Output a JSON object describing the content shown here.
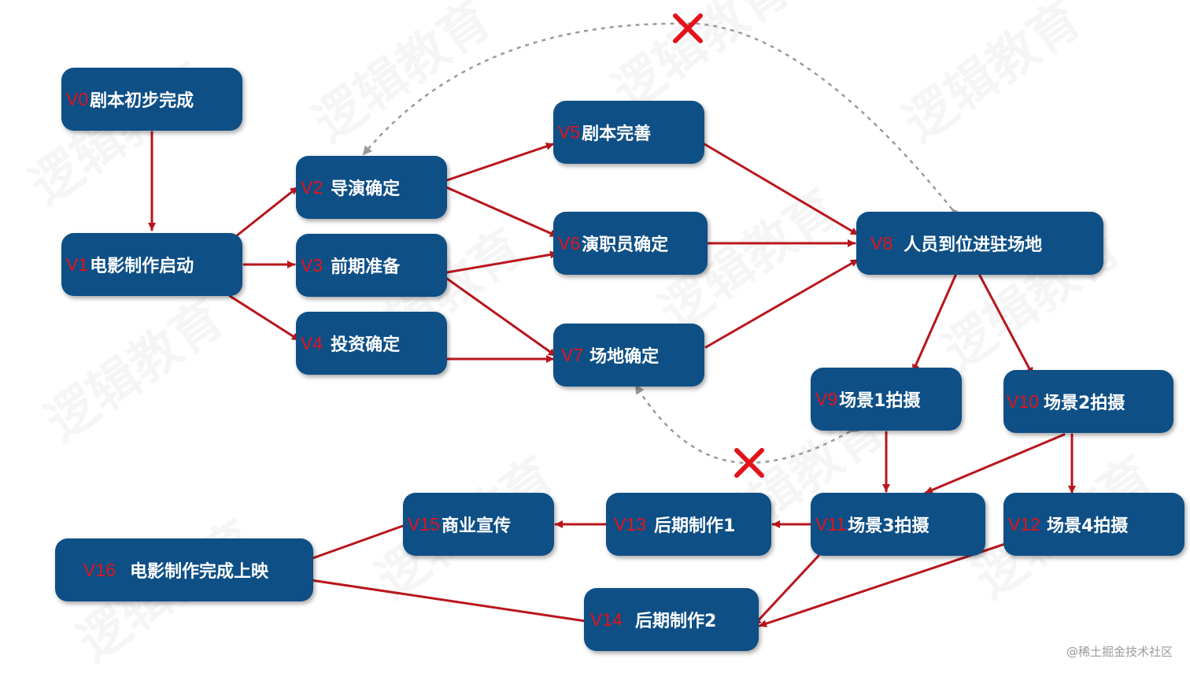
{
  "watermark": "逻辑教育",
  "footer": "@稀土掘金技术社区",
  "colors": {
    "node_fill": "#0e4f86",
    "node_id": "#e3131b",
    "node_text": "#ffffff",
    "edge": "#b8161c",
    "dashed_edge": "#9a9a9a",
    "cross": "#e3131b"
  },
  "nodes": [
    {
      "id": "V0",
      "label": "剧本初步完成"
    },
    {
      "id": "V1",
      "label": "电影制作启动"
    },
    {
      "id": "V2",
      "label": "导演确定"
    },
    {
      "id": "V3",
      "label": "前期准备"
    },
    {
      "id": "V4",
      "label": "投资确定"
    },
    {
      "id": "V5",
      "label": "剧本完善"
    },
    {
      "id": "V6",
      "label": "演职员确定"
    },
    {
      "id": "V7",
      "label": "场地确定"
    },
    {
      "id": "V8",
      "label": "人员到位进驻场地"
    },
    {
      "id": "V9",
      "label": "场景1拍摄"
    },
    {
      "id": "V10",
      "label": "场景2拍摄"
    },
    {
      "id": "V11",
      "label": "场景3拍摄"
    },
    {
      "id": "V12",
      "label": "场景4拍摄"
    },
    {
      "id": "V13",
      "label": "后期制作1"
    },
    {
      "id": "V14",
      "label": "后期制作2"
    },
    {
      "id": "V15",
      "label": "商业宣传"
    },
    {
      "id": "V16",
      "label": "电影制作完成上映"
    }
  ],
  "edges": [
    [
      "V0",
      "V1"
    ],
    [
      "V1",
      "V2"
    ],
    [
      "V1",
      "V3"
    ],
    [
      "V1",
      "V4"
    ],
    [
      "V2",
      "V5"
    ],
    [
      "V2",
      "V6"
    ],
    [
      "V3",
      "V6"
    ],
    [
      "V3",
      "V7"
    ],
    [
      "V4",
      "V7"
    ],
    [
      "V5",
      "V8"
    ],
    [
      "V6",
      "V8"
    ],
    [
      "V7",
      "V8"
    ],
    [
      "V8",
      "V9"
    ],
    [
      "V8",
      "V10"
    ],
    [
      "V9",
      "V11"
    ],
    [
      "V10",
      "V11"
    ],
    [
      "V10",
      "V12"
    ],
    [
      "V11",
      "V13"
    ],
    [
      "V11",
      "V14"
    ],
    [
      "V12",
      "V14"
    ],
    [
      "V13",
      "V15"
    ],
    [
      "V15",
      "V16"
    ],
    [
      "V14",
      "V16"
    ]
  ],
  "invalid_edges": [
    [
      "V8",
      "V2"
    ],
    [
      "V9",
      "V7"
    ]
  ]
}
